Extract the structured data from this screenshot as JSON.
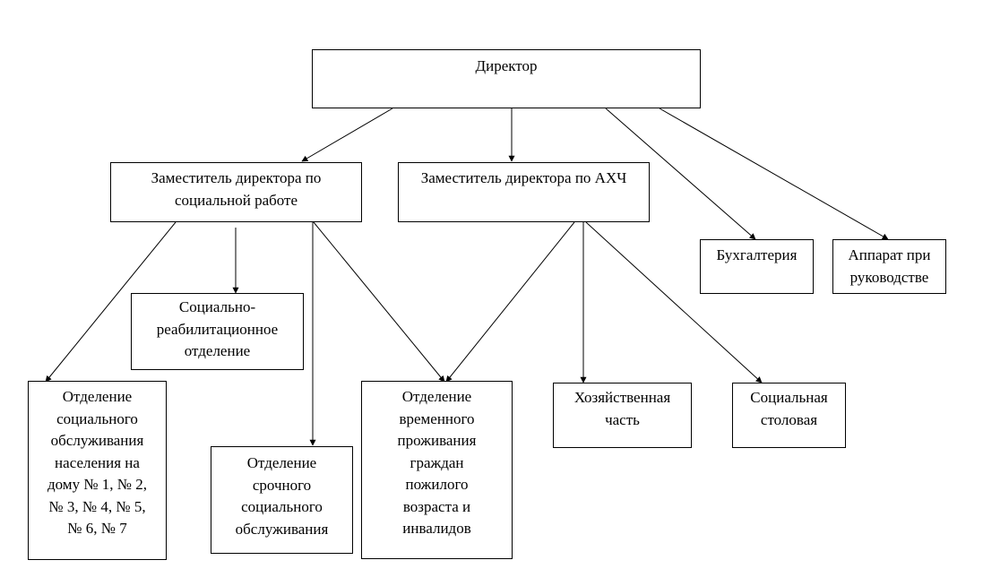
{
  "nodes": {
    "director": "Директор",
    "deputy_social": "Заместитель директора по\nсоциальной работе",
    "deputy_ahch": "Заместитель директора по АХЧ",
    "accounting": "Бухгалтерия",
    "management_apparatus": "Аппарат при\nруководстве",
    "rehab_department": "Социально-\nреабилитационное\nотделение",
    "home_service_department": "Отделение\nсоциального\nобслуживания\nнаселения на\nдому № 1, № 2,\n№ 3, № 4, № 5,\n№ 6, № 7",
    "urgent_service_department": "Отделение\nсрочного\nсоциального\nобслуживания",
    "temporary_residence_department": "Отделение\nвременного\nпроживания\nграждан\nпожилого\nвозраста и\nинвалидов",
    "household_part": "Хозяйственная\nчасть",
    "social_canteen": "Социальная\nстоловая"
  }
}
